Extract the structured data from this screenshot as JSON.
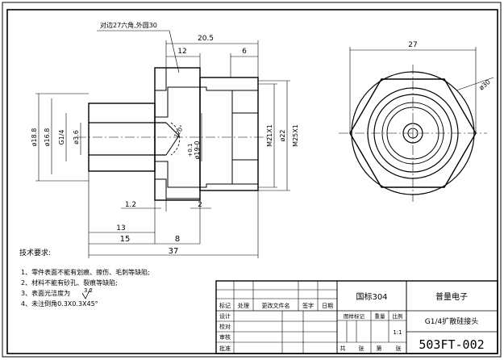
{
  "drawing": {
    "callout_top": "对边27六角,外圆30",
    "dims": {
      "d20_5": "20.5",
      "d12": "12",
      "d6": "6",
      "d27": "27",
      "phi30": "ø30",
      "phi18_8": "ø18.8",
      "phi16_8": "ø16.8",
      "g14": "G1/4",
      "phi3_6": "ø3.6",
      "a120": "120°",
      "tol": "+0.1",
      "phi19": "ø19-0",
      "m21": "M21X1",
      "phi22": "ø22",
      "m25": "M25X1",
      "d1_2": "1.2",
      "d2": "2",
      "d13": "13",
      "d15": "15",
      "d8": "8",
      "d37": "37"
    }
  },
  "notes": {
    "title": "技术要求:",
    "items": [
      "1、零件表面不能有划痕、擦伤、毛刺等缺陷;",
      "2、材料不能有砂孔、裂痕等缺陷;",
      "3、表面光洁度为",
      "4、未注倒角0.3X0.3X45°"
    ],
    "roughness": "3.2"
  },
  "title_block": {
    "material": "国标304",
    "company": "普量电子",
    "part_name": "G1/4扩散硅接头",
    "drawing_no": "503FT-002",
    "scale": "1:1",
    "headers": [
      "标记",
      "处理",
      "更改文件名",
      "签字",
      "日期"
    ],
    "rows": [
      "设计",
      "校对",
      "审核",
      "批准"
    ],
    "stage_labels": [
      "图样标记",
      "重量",
      "比例"
    ],
    "sheet_labels": [
      "共",
      "张",
      "第",
      "张"
    ]
  }
}
